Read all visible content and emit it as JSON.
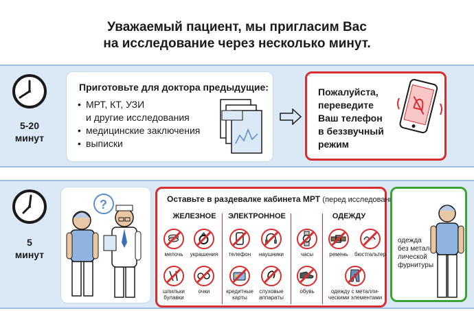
{
  "header": {
    "line1": "Уважаемый пациент, мы пригласим Вас",
    "line2": "на исследование через несколько минут."
  },
  "step1": {
    "time_value": "5-20",
    "time_unit": "минут",
    "card_title": "Приготовьте для доктора предыдущие:",
    "items": [
      "МРТ, КТ,  УЗИ",
      "и другие исследования",
      "медицинские заключения",
      "выписки"
    ],
    "silent": [
      "Пожалуйста,",
      "переведите",
      "Ваш телефон",
      "в беззвучный",
      "режим"
    ]
  },
  "step2": {
    "time_value": "5",
    "time_unit": "минут",
    "mri_title": "Оставьте в раздевалке кабинета МРТ",
    "mri_title_sub": "(перед исследованием)",
    "categories": [
      "ЖЕЛЕЗНОЕ",
      "ЭЛЕКТРОННОЕ",
      "ОДЕЖДУ"
    ],
    "items": {
      "coins": "мелочь",
      "jewelry": "украшения",
      "phone": "телефон",
      "headphones": "наушники",
      "watch": "часы",
      "belt": "ремень",
      "bra": "бюстгальтер",
      "pins": [
        "шпильки",
        "булавки"
      ],
      "glasses": "очки",
      "cards": [
        "кредитные",
        "карты"
      ],
      "hearing": [
        "слуховые",
        "аппараты"
      ],
      "shoes": "обувь",
      "clothes": [
        "одежду с металли-",
        "ческими элементами"
      ]
    },
    "green": [
      "одежда",
      "без метал-",
      "лической",
      "фурнитуры"
    ]
  },
  "colors": {
    "band": "#dbe8f6",
    "red": "#d62e2e",
    "green": "#3aa335",
    "skin": "#e9c6a4",
    "shirt": "#8fb4df"
  },
  "icons": [
    "clock-icon",
    "documents-icon",
    "arrow-icon",
    "phone-silent-icon",
    "coins-icon",
    "ring-icon",
    "phone-icon",
    "headphones-icon",
    "watch-icon",
    "belt-icon",
    "bra-icon",
    "pins-icon",
    "glasses-icon",
    "credit-card-icon",
    "hearing-aid-icon",
    "shoes-icon",
    "jeans-icon"
  ]
}
